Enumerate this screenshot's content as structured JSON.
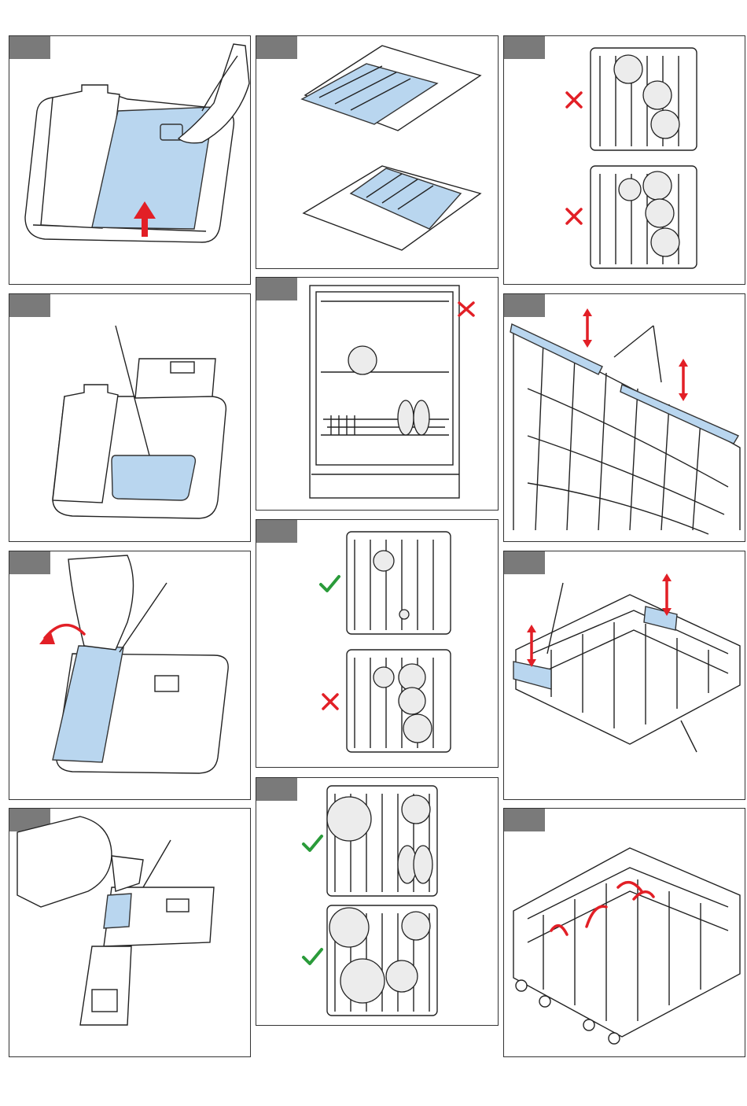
{
  "page": {
    "background": "#ffffff"
  },
  "colors": {
    "tab": "#7a7a7a",
    "highlight_blue": "#b9d6ef",
    "cross_red": "#e21f26",
    "check_green": "#2a9b3a"
  },
  "panels": [
    {
      "id": "p1",
      "subject": "detergent-dispenser-open-lid",
      "icons": [
        "arrow-up-icon"
      ]
    },
    {
      "id": "p2",
      "subject": "cutlery-tray",
      "icons": []
    },
    {
      "id": "p3",
      "subject": "upper-rack-incorrect",
      "icons": [
        "cross-icon",
        "cross-icon"
      ]
    },
    {
      "id": "p4",
      "subject": "dispenser-compartment",
      "icons": []
    },
    {
      "id": "p5",
      "subject": "dishwasher-interior",
      "icons": [
        "cross-icon"
      ]
    },
    {
      "id": "p6",
      "subject": "rack-tines-fold",
      "icons": [
        "double-arrow-icon",
        "double-arrow-icon"
      ]
    },
    {
      "id": "p7",
      "subject": "dispenser-close-lid",
      "icons": [
        "rotate-arrow-icon"
      ]
    },
    {
      "id": "p8",
      "subject": "lower-rack-correct-incorrect",
      "icons": [
        "check-icon",
        "cross-icon"
      ]
    },
    {
      "id": "p9",
      "subject": "upper-rack-height",
      "icons": [
        "double-arrow-icon",
        "double-arrow-icon"
      ]
    },
    {
      "id": "p10",
      "subject": "rinse-aid-fill",
      "icons": []
    },
    {
      "id": "p11",
      "subject": "lower-rack-correct",
      "icons": [
        "check-icon",
        "check-icon"
      ]
    },
    {
      "id": "p12",
      "subject": "lower-rack-fold-tines",
      "icons": [
        "rotate-arrow-icon"
      ]
    }
  ]
}
